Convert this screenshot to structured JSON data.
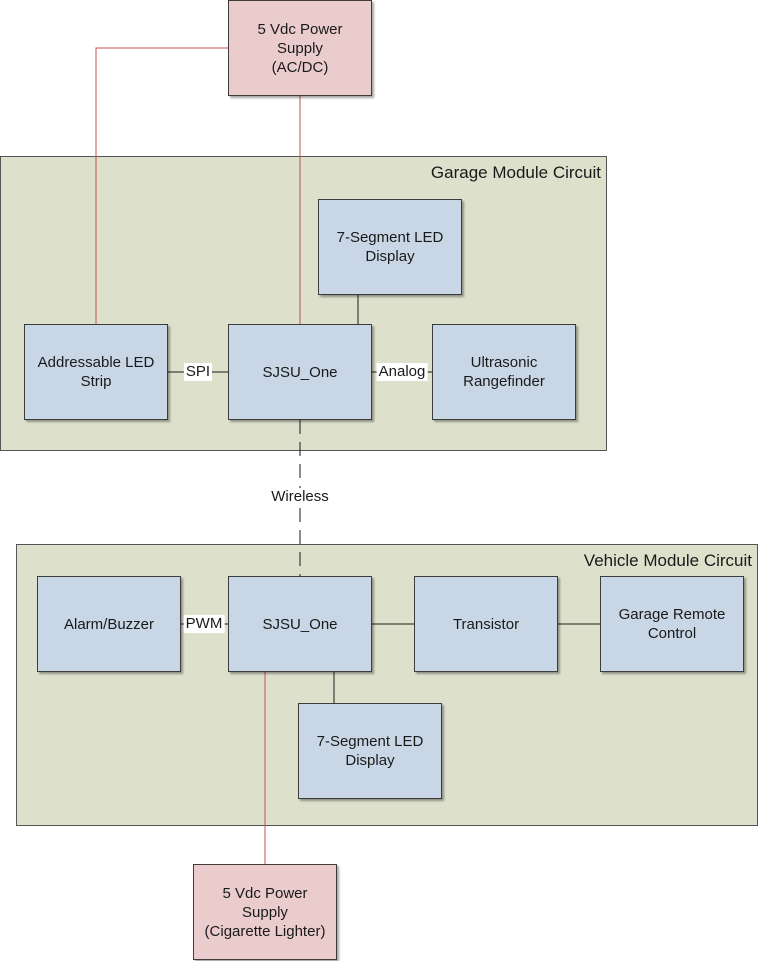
{
  "colors": {
    "panel": "#dde1cc",
    "block": "#c8d6e6",
    "power": "#ebcccc",
    "power_wire": "#c0504d",
    "signal_wire": "#1a1a1a"
  },
  "regions": {
    "garage": {
      "title": "Garage Module Circuit"
    },
    "vehicle": {
      "title": "Vehicle Module Circuit"
    }
  },
  "nodes": {
    "power_top": {
      "lines": [
        "5 Vdc Power",
        "Supply",
        "(AC/DC)"
      ]
    },
    "garage_display": {
      "lines": [
        "7-Segment LED",
        "Display"
      ]
    },
    "led_strip": {
      "lines": [
        "Addressable LED",
        "Strip"
      ]
    },
    "garage_mcu": {
      "lines": [
        "SJSU_One"
      ]
    },
    "rangefinder": {
      "lines": [
        "Ultrasonic",
        "Rangefinder"
      ]
    },
    "alarm": {
      "lines": [
        "Alarm/Buzzer"
      ]
    },
    "vehicle_mcu": {
      "lines": [
        "SJSU_One"
      ]
    },
    "transistor": {
      "lines": [
        "Transistor"
      ]
    },
    "remote": {
      "lines": [
        "Garage Remote",
        "Control"
      ]
    },
    "vehicle_display": {
      "lines": [
        "7-Segment LED",
        "Display"
      ]
    },
    "power_bottom": {
      "lines": [
        "5 Vdc Power",
        "Supply",
        "(Cigarette Lighter)"
      ]
    }
  },
  "edges": {
    "spi": {
      "label": "SPI"
    },
    "analog": {
      "label": "Analog"
    },
    "wireless": {
      "label": "Wireless"
    },
    "pwm": {
      "label": "PWM"
    }
  }
}
